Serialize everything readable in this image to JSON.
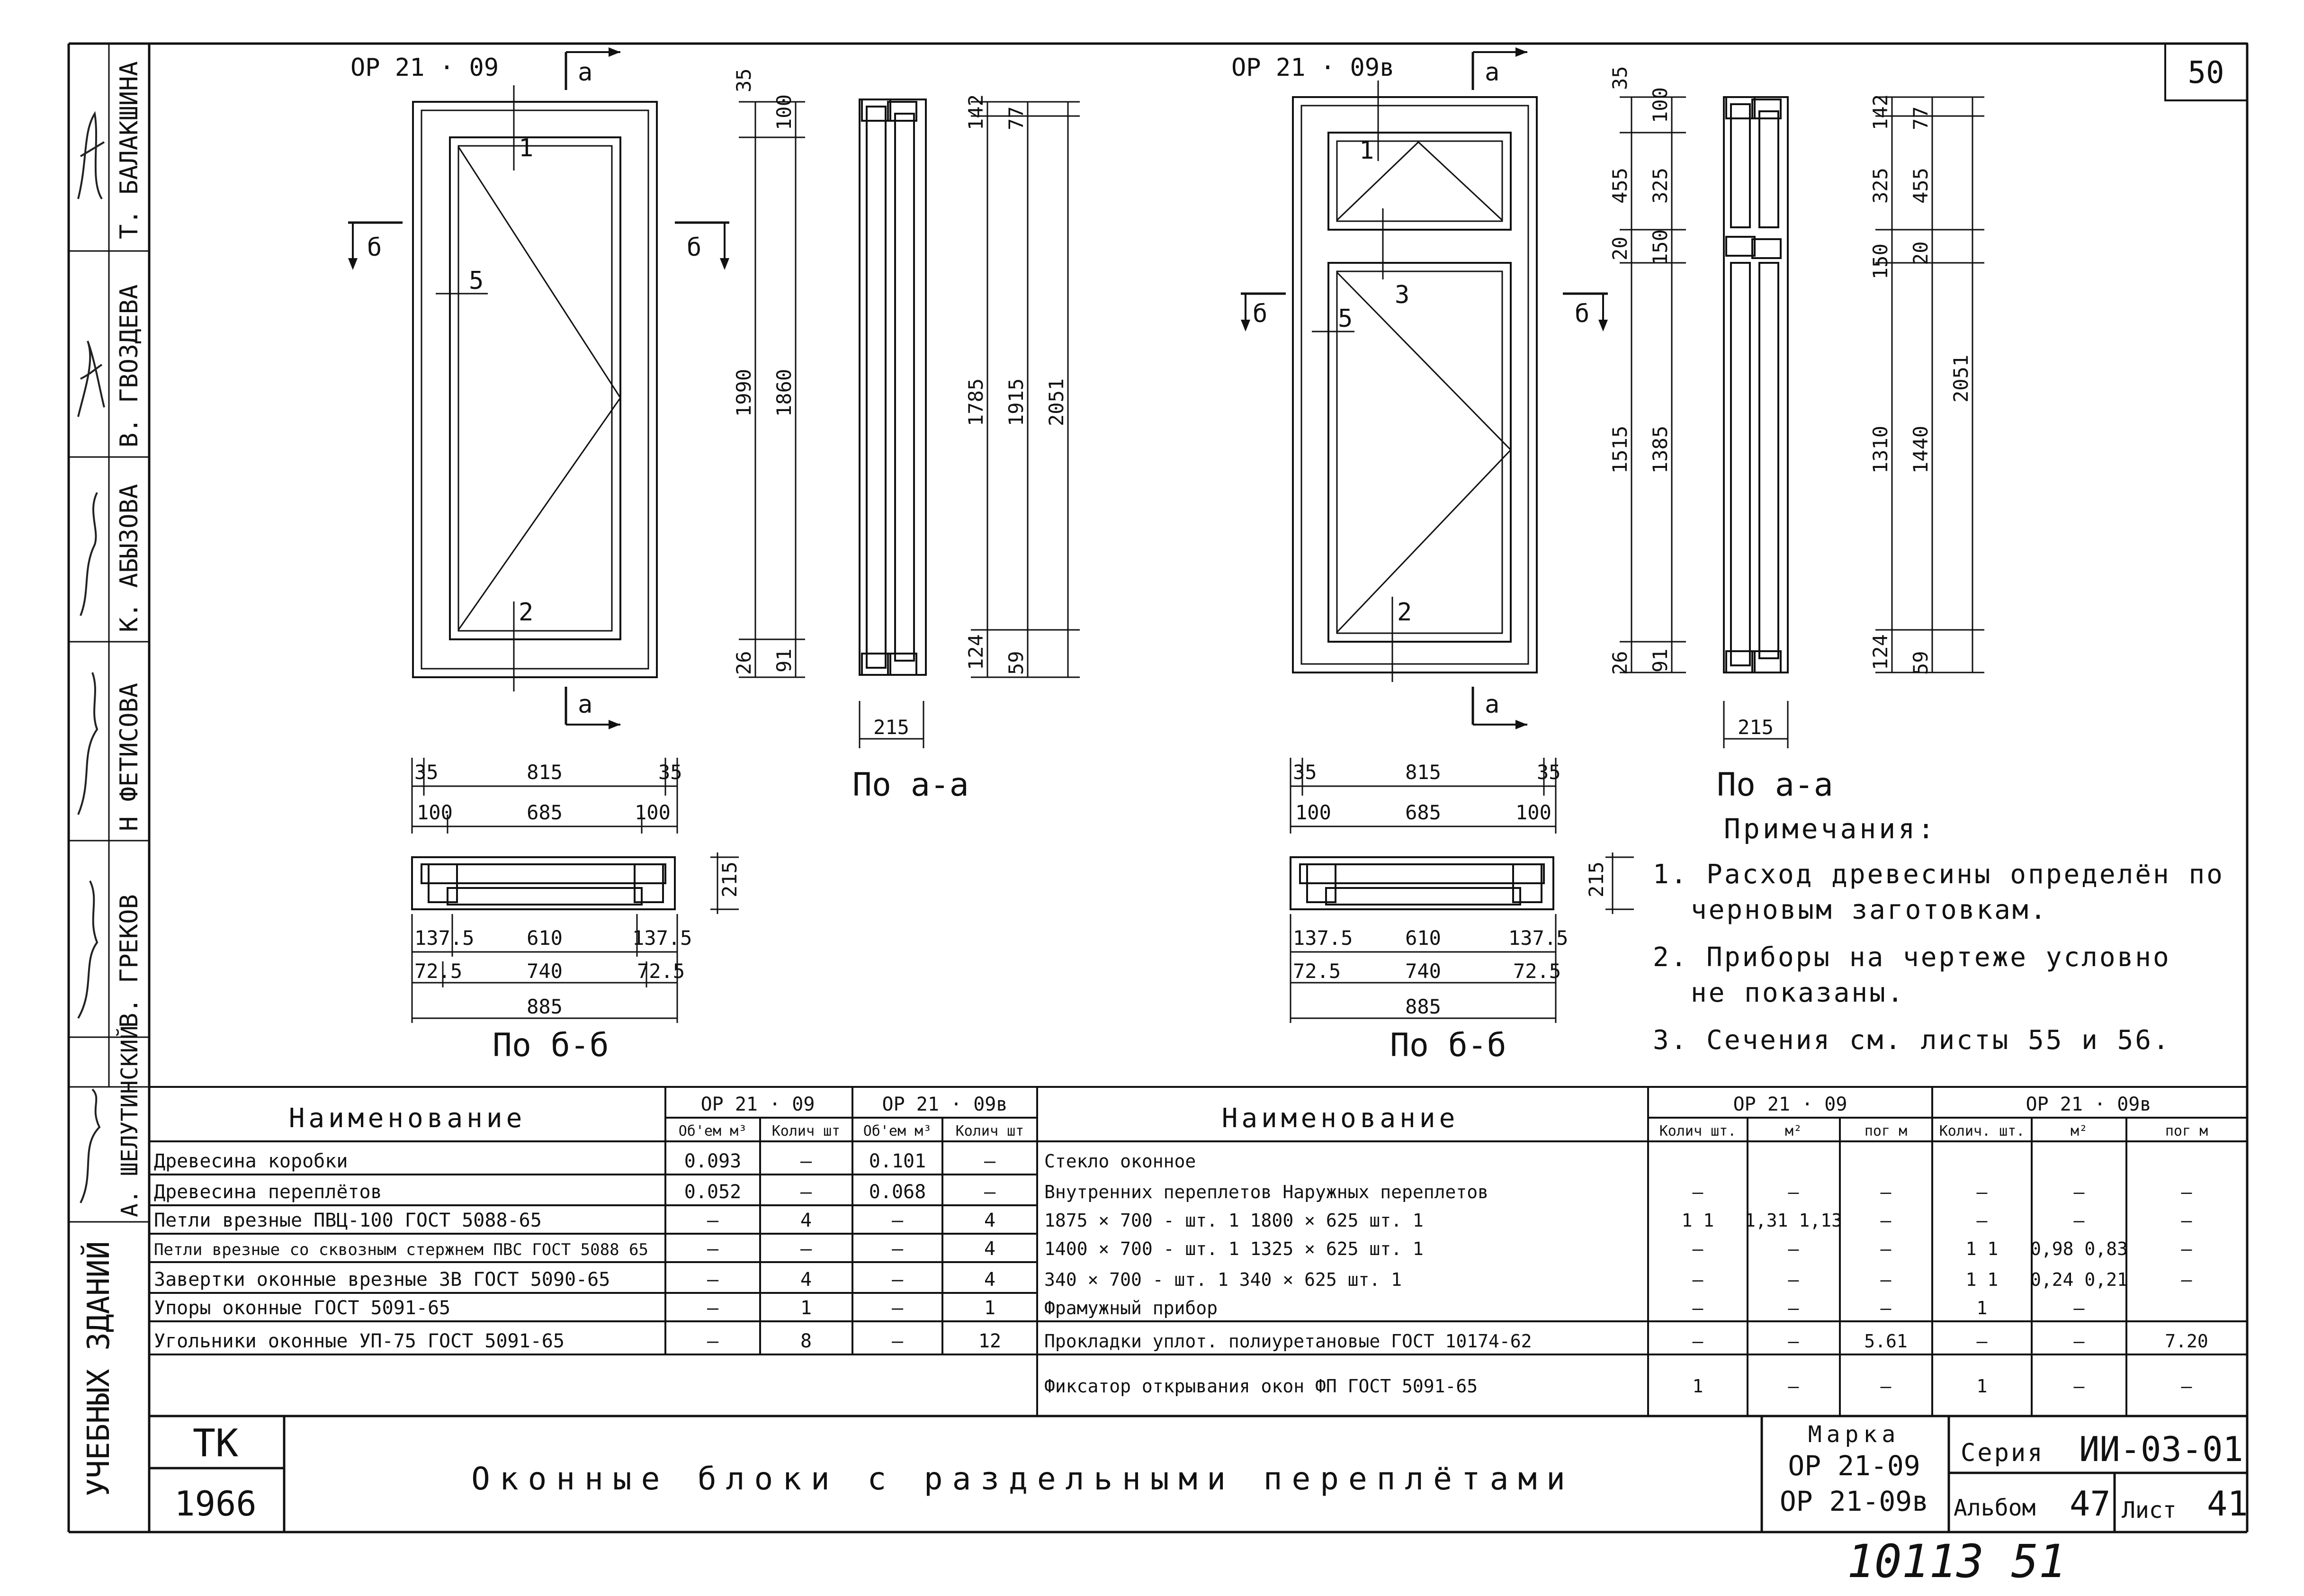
{
  "sheet_number_top": "50",
  "signatures": [
    {
      "name": "Т. БАЛАКШИНА"
    },
    {
      "name": "В. ГВОЗДЕВА"
    },
    {
      "name": "К. АБЫЗОВА"
    },
    {
      "name": "Н ФЕТИСОВА"
    },
    {
      "name": "В. ГРЕКОВ"
    },
    {
      "name": "А. ШЕЛУТИНСКИЙ"
    }
  ],
  "left_strip_title": "УЧЕБНЫХ ЗДАНИЙ",
  "drawings": {
    "left": {
      "mark": "ОР 21 · 09",
      "section_a": "а",
      "section_b": "б",
      "callouts": [
        "1",
        "5",
        "2"
      ],
      "dims_v": [
        "35",
        "100",
        "1990",
        "1860",
        "26",
        "91",
        "142",
        "77",
        "1785",
        "1915",
        "2051",
        "124",
        "59"
      ],
      "dim_side_width": "215",
      "side_caption": "По а-а",
      "dims_h": {
        "top1": [
          "35",
          "815",
          "35"
        ],
        "top2": [
          "100",
          "685",
          "100"
        ],
        "bottom1": [
          "137.5",
          "610",
          "137.5"
        ],
        "bottom2": [
          "72.5",
          "740",
          "72.5"
        ],
        "total": "885",
        "depth": "215"
      },
      "plan_caption": "По б-б"
    },
    "right": {
      "mark": "ОР 21 · 09в",
      "section_a": "а",
      "section_b": "б",
      "callouts": [
        "1",
        "3",
        "5",
        "2"
      ],
      "dims_v": [
        "35",
        "100",
        "455",
        "325",
        "20",
        "150",
        "1515",
        "1385",
        "26",
        "91",
        "142",
        "77",
        "325",
        "455",
        "150",
        "20",
        "1310",
        "1440",
        "2051",
        "124",
        "59"
      ],
      "dim_side_width": "215",
      "side_caption": "По а-а",
      "dims_h": {
        "top1": [
          "35",
          "815",
          "35"
        ],
        "top2": [
          "100",
          "685",
          "100"
        ],
        "bottom1": [
          "137.5",
          "610",
          "137.5"
        ],
        "bottom2": [
          "72.5",
          "740",
          "72.5"
        ],
        "total": "885",
        "depth": "215"
      },
      "plan_caption": "По б-б"
    }
  },
  "notes": {
    "title": "Примечания:",
    "items": [
      "1. Расход древесины определён по",
      "черновым заготовкам.",
      "2. Приборы на чертеже условно",
      "не показаны.",
      "3. Сечения см. листы 55 и 56."
    ]
  },
  "table_left": {
    "header_name": "Наименование",
    "groups": [
      "ОР 21 · 09",
      "ОР 21 · 09в"
    ],
    "subheaders": [
      "Об'ем м³",
      "Колич шт",
      "Об'ем м³",
      "Колич шт"
    ],
    "rows": [
      [
        "Древесина коробки",
        "0.093",
        "—",
        "0.101",
        "—"
      ],
      [
        "Древесина переплётов",
        "0.052",
        "—",
        "0.068",
        "—"
      ],
      [
        "Петли врезные ПВЦ-100 ГОСТ 5088-65",
        "—",
        "4",
        "—",
        "4"
      ],
      [
        "Петли врезные со сквозным стержнем ПВС ГОСТ 5088 65",
        "—",
        "—",
        "—",
        "4"
      ],
      [
        "Завертки оконные врезные ЗВ ГОСТ 5090-65",
        "—",
        "4",
        "—",
        "4"
      ],
      [
        "Упоры оконные ГОСТ 5091-65",
        "—",
        "1",
        "—",
        "1"
      ],
      [
        "Угольники оконные УП-75 ГОСТ 5091-65",
        "—",
        "8",
        "—",
        "12"
      ]
    ]
  },
  "table_right": {
    "header_name": "Наименование",
    "groups": [
      "ОР 21 · 09",
      "ОР 21 · 09в"
    ],
    "subheaders": [
      "Колич шт.",
      "м²",
      "пог м",
      "Колич. шт.",
      "м²",
      "пог м"
    ],
    "rows": [
      [
        "Стекло оконное",
        "",
        "",
        "",
        "",
        "",
        ""
      ],
      [
        "Внутренних переплетов     Наружных переплетов",
        "—",
        "—",
        "—",
        "—",
        "—",
        "—"
      ],
      [
        "1875 × 700 - шт. 1     1800 × 625 шт. 1",
        "1   1",
        "1,31  1,13",
        "—",
        "—",
        "—",
        "—"
      ],
      [
        "1400 × 700 - шт. 1     1325 × 625 шт. 1",
        "—",
        "—",
        "—",
        "1   1",
        "0,98  0,83",
        "—"
      ],
      [
        "340 × 700 - шт. 1     340 × 625 шт. 1",
        "—",
        "—",
        "—",
        "1   1",
        "0,24  0,21",
        "—"
      ],
      [
        "Фрамужный прибор",
        "—",
        "—",
        "—",
        "1",
        "—",
        ""
      ],
      [
        "Прокладки уплот. полиуретановые ГОСТ 10174-62",
        "—",
        "—",
        "5.61",
        "—",
        "—",
        "7.20"
      ],
      [
        "Фиксатор открывания окон ФП ГОСТ 5091-65",
        "1",
        "—",
        "—",
        "1",
        "—",
        "—"
      ]
    ]
  },
  "title_block": {
    "org": "ТК",
    "year": "1966",
    "title": "Оконные блоки с раздельными переплётами",
    "mark_label": "Марка",
    "marks": [
      "ОР 21-09",
      "ОР 21-09в"
    ],
    "series_label": "Серия",
    "series": "ИИ-03-01",
    "album_label": "Альбом",
    "album": "47",
    "sheet_label": "Лист",
    "sheet": "41"
  },
  "bottom_handwritten": "10113  51"
}
